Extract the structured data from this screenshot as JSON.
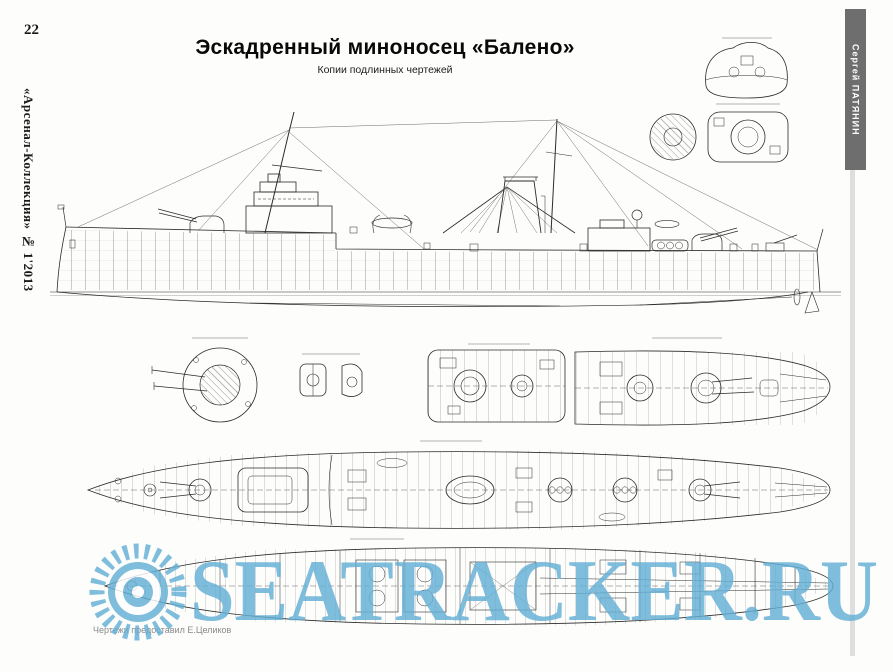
{
  "page": {
    "number": "22",
    "spine_text": "«Арсенал-Коллекция» № 1'2013",
    "author": "Сергей ПАТЯНИН",
    "title": "Эскадренный миноносец «Балено»",
    "subtitle": "Копии подлинных чертежей",
    "credit": "Чертежи предоставил Е.Целиков"
  },
  "watermark": {
    "text": "SEATRACKER.RU",
    "color": "#64afd6"
  },
  "colors": {
    "author_bar_bg": "#6e6e6e",
    "ink": "#2b2b2b",
    "paper": "#fdfdfc"
  }
}
